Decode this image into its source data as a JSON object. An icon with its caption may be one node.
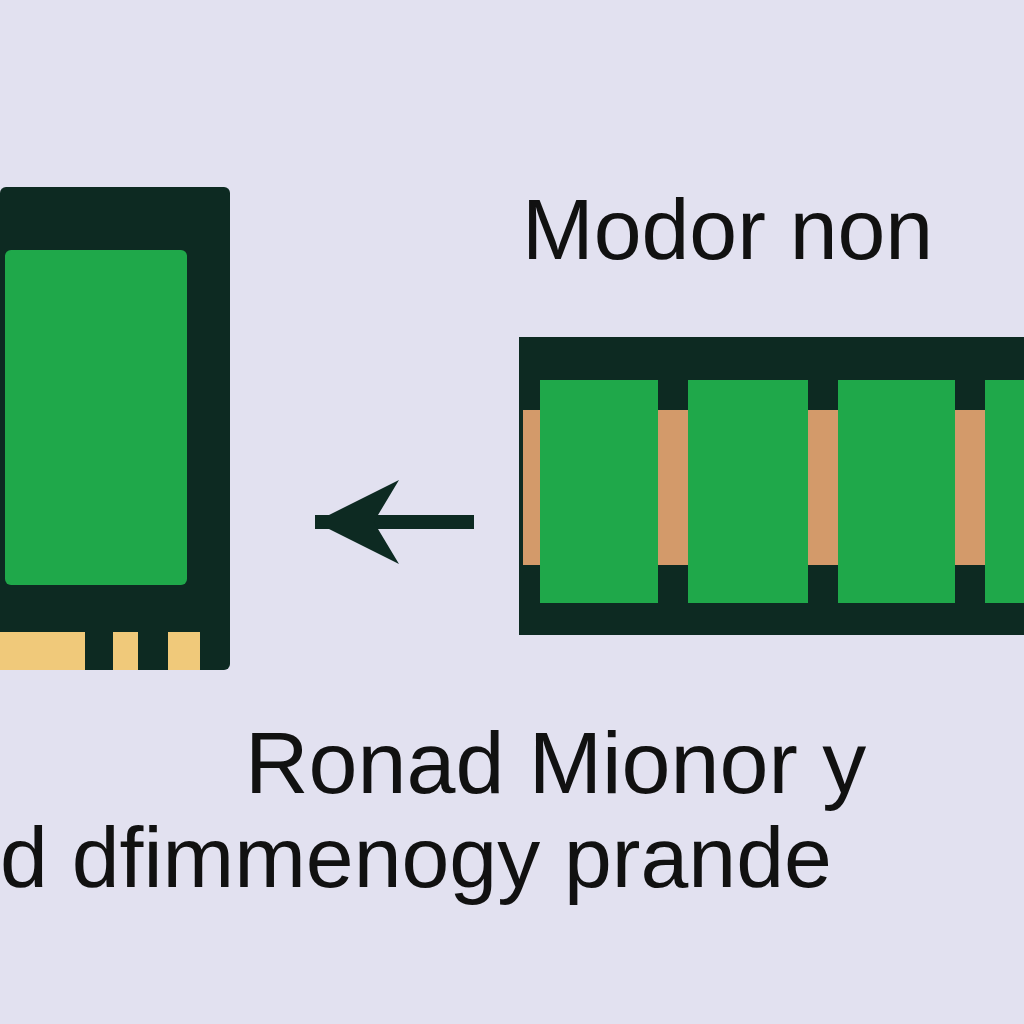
{
  "diagram": {
    "nodes": [
      {
        "text": [],
        "shape": "picture"
      },
      {
        "text": [],
        "shape": "picture"
      }
    ],
    "edges": [
      {
        "from": 1,
        "to": 0,
        "arrow": "to"
      }
    ],
    "labels": [
      "Modor non",
      "Ronad Mionor y",
      "d dfimmenogy prande"
    ]
  }
}
